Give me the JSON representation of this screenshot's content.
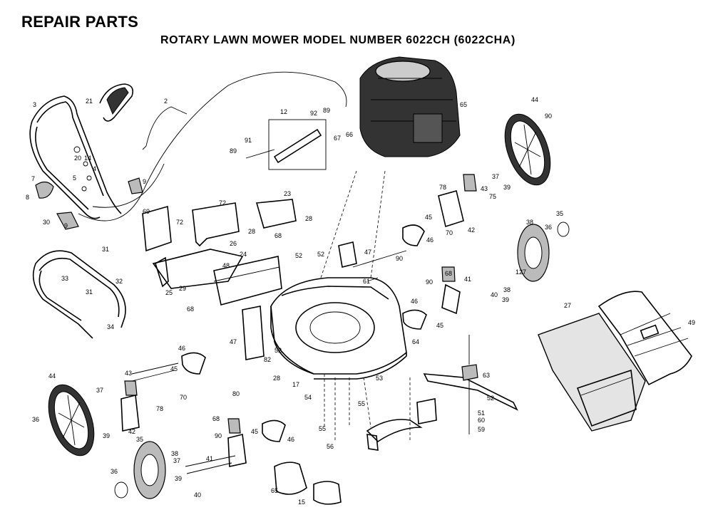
{
  "header": {
    "title": "REPAIR PARTS",
    "subtitle": "ROTARY LAWN MOWER MODEL NUMBER 6022CH (6022CHA)"
  },
  "callouts": [
    {
      "id": "c1",
      "text": "3"
    },
    {
      "id": "c2",
      "text": "21"
    },
    {
      "id": "c3",
      "text": "2"
    },
    {
      "id": "c4",
      "text": "20"
    },
    {
      "id": "c5",
      "text": "14"
    },
    {
      "id": "c6",
      "text": "7"
    },
    {
      "id": "c7",
      "text": "4"
    },
    {
      "id": "c8",
      "text": "5"
    },
    {
      "id": "c9",
      "text": "9"
    },
    {
      "id": "c10",
      "text": "8"
    },
    {
      "id": "c11",
      "text": "30"
    },
    {
      "id": "c12",
      "text": "9"
    },
    {
      "id": "c13",
      "text": "12"
    },
    {
      "id": "c14",
      "text": "92"
    },
    {
      "id": "c15",
      "text": "89"
    },
    {
      "id": "c16",
      "text": "91"
    },
    {
      "id": "c17",
      "text": "89"
    },
    {
      "id": "c18",
      "text": "66"
    },
    {
      "id": "c19",
      "text": "67"
    },
    {
      "id": "c20",
      "text": "65"
    },
    {
      "id": "c21",
      "text": "44"
    },
    {
      "id": "c22",
      "text": "90"
    },
    {
      "id": "c23",
      "text": "37"
    },
    {
      "id": "c24",
      "text": "43"
    },
    {
      "id": "c25",
      "text": "78"
    },
    {
      "id": "c26",
      "text": "39"
    },
    {
      "id": "c27",
      "text": "75"
    },
    {
      "id": "c28",
      "text": "45"
    },
    {
      "id": "c29",
      "text": "70"
    },
    {
      "id": "c30",
      "text": "42"
    },
    {
      "id": "c31",
      "text": "46"
    },
    {
      "id": "c32",
      "text": "38"
    },
    {
      "id": "c33",
      "text": "36"
    },
    {
      "id": "c34",
      "text": "35"
    },
    {
      "id": "c35",
      "text": "23"
    },
    {
      "id": "c36",
      "text": "72"
    },
    {
      "id": "c37",
      "text": "69"
    },
    {
      "id": "c38",
      "text": "72"
    },
    {
      "id": "c39",
      "text": "28"
    },
    {
      "id": "c40",
      "text": "28"
    },
    {
      "id": "c41",
      "text": "26"
    },
    {
      "id": "c42",
      "text": "68"
    },
    {
      "id": "c43",
      "text": "31"
    },
    {
      "id": "c44",
      "text": "33"
    },
    {
      "id": "c45",
      "text": "32"
    },
    {
      "id": "c46",
      "text": "31"
    },
    {
      "id": "c47",
      "text": "34"
    },
    {
      "id": "c48",
      "text": "24"
    },
    {
      "id": "c49",
      "text": "48"
    },
    {
      "id": "c50",
      "text": "25"
    },
    {
      "id": "c51",
      "text": "29"
    },
    {
      "id": "c52",
      "text": "68"
    },
    {
      "id": "c53",
      "text": "52"
    },
    {
      "id": "c54",
      "text": "52"
    },
    {
      "id": "c55",
      "text": "47"
    },
    {
      "id": "c56",
      "text": "90"
    },
    {
      "id": "c57",
      "text": "61"
    },
    {
      "id": "c58",
      "text": "68"
    },
    {
      "id": "c59",
      "text": "90"
    },
    {
      "id": "c60",
      "text": "41"
    },
    {
      "id": "c61",
      "text": "127"
    },
    {
      "id": "c62",
      "text": "46"
    },
    {
      "id": "c63",
      "text": "45"
    },
    {
      "id": "c64",
      "text": "40"
    },
    {
      "id": "c65",
      "text": "38"
    },
    {
      "id": "c66",
      "text": "39"
    },
    {
      "id": "c67",
      "text": "27"
    },
    {
      "id": "c68",
      "text": "49"
    },
    {
      "id": "c69",
      "text": "63"
    },
    {
      "id": "c70",
      "text": "64"
    },
    {
      "id": "c71",
      "text": "47"
    },
    {
      "id": "c72",
      "text": "46"
    },
    {
      "id": "c73",
      "text": "45"
    },
    {
      "id": "c74",
      "text": "70"
    },
    {
      "id": "c75",
      "text": "43"
    },
    {
      "id": "c76",
      "text": "44"
    },
    {
      "id": "c77",
      "text": "37"
    },
    {
      "id": "c78",
      "text": "78"
    },
    {
      "id": "c79",
      "text": "36"
    },
    {
      "id": "c80",
      "text": "39"
    },
    {
      "id": "c81",
      "text": "42"
    },
    {
      "id": "c82",
      "text": "80"
    },
    {
      "id": "c83",
      "text": "17"
    },
    {
      "id": "c84",
      "text": "28"
    },
    {
      "id": "c85",
      "text": "82"
    },
    {
      "id": "c86",
      "text": "52"
    },
    {
      "id": "c87",
      "text": "54"
    },
    {
      "id": "c88",
      "text": "55"
    },
    {
      "id": "c89",
      "text": "55"
    },
    {
      "id": "c90",
      "text": "56"
    },
    {
      "id": "c91",
      "text": "53"
    },
    {
      "id": "c92",
      "text": "52"
    },
    {
      "id": "c93",
      "text": "51"
    },
    {
      "id": "c94",
      "text": "60"
    },
    {
      "id": "c95",
      "text": "59"
    },
    {
      "id": "c96",
      "text": "68"
    },
    {
      "id": "c97",
      "text": "90"
    },
    {
      "id": "c98",
      "text": "45"
    },
    {
      "id": "c99",
      "text": "46"
    },
    {
      "id": "c100",
      "text": "35"
    },
    {
      "id": "c101",
      "text": "37"
    },
    {
      "id": "c102",
      "text": "41"
    },
    {
      "id": "c103",
      "text": "36"
    },
    {
      "id": "c104",
      "text": "38"
    },
    {
      "id": "c105",
      "text": "39"
    },
    {
      "id": "c106",
      "text": "40"
    },
    {
      "id": "c107",
      "text": "65"
    },
    {
      "id": "c108",
      "text": "15"
    }
  ]
}
